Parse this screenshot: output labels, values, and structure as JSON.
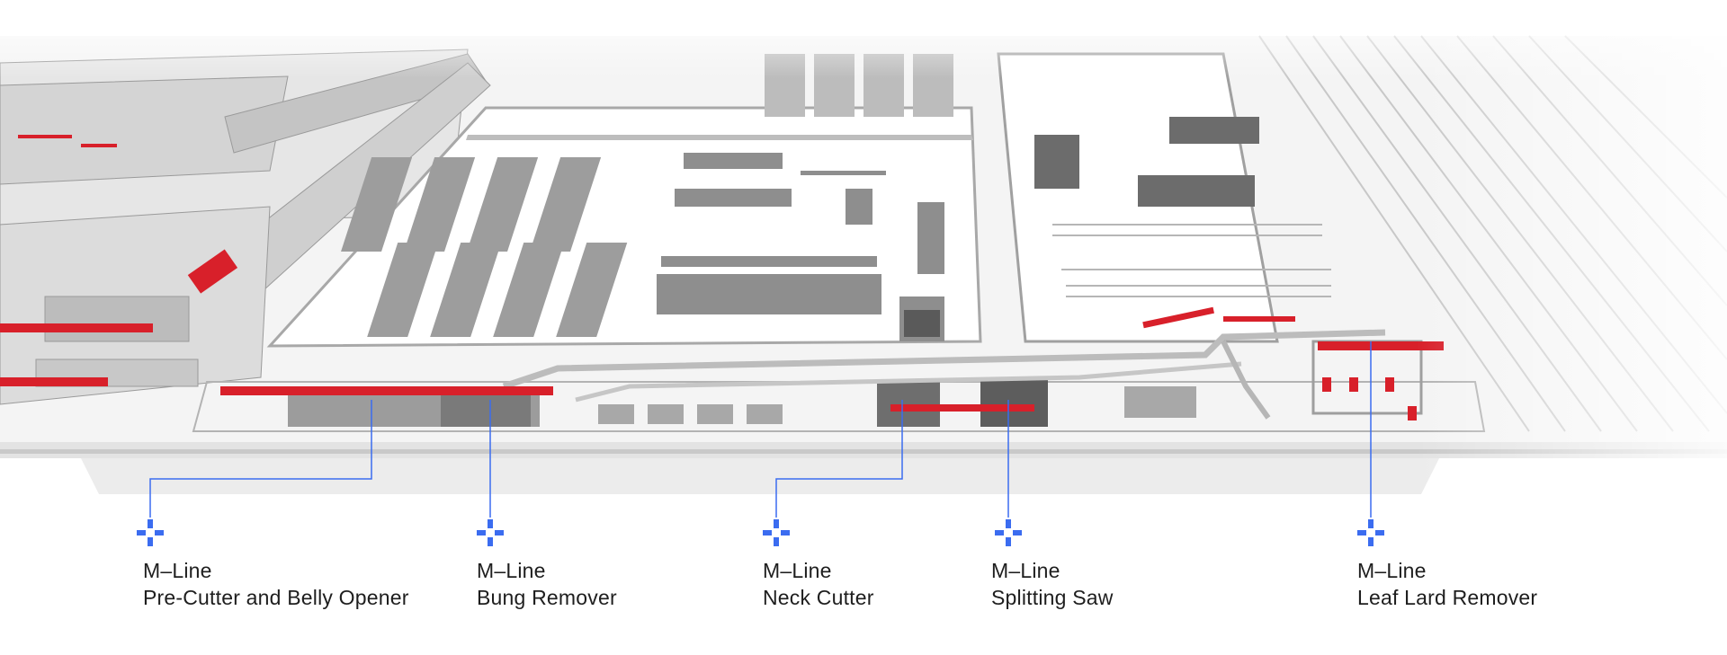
{
  "colors": {
    "accent": "#3b6cf0",
    "machine_red": "#d8202a",
    "floor": "#f3f3f3",
    "equipment": "#8a8a8a",
    "label_text": "#1e1e1e"
  },
  "markers": [
    {
      "line": "M–Line",
      "name": "Pre-Cutter and Belly Opener",
      "icon": "crosshair-icon"
    },
    {
      "line": "M–Line",
      "name": "Bung Remover",
      "icon": "crosshair-icon"
    },
    {
      "line": "M–Line",
      "name": "Neck Cutter",
      "icon": "crosshair-icon"
    },
    {
      "line": "M–Line",
      "name": "Splitting Saw",
      "icon": "crosshair-icon"
    },
    {
      "line": "M–Line",
      "name": "Leaf Lard Remover",
      "icon": "crosshair-icon"
    }
  ]
}
